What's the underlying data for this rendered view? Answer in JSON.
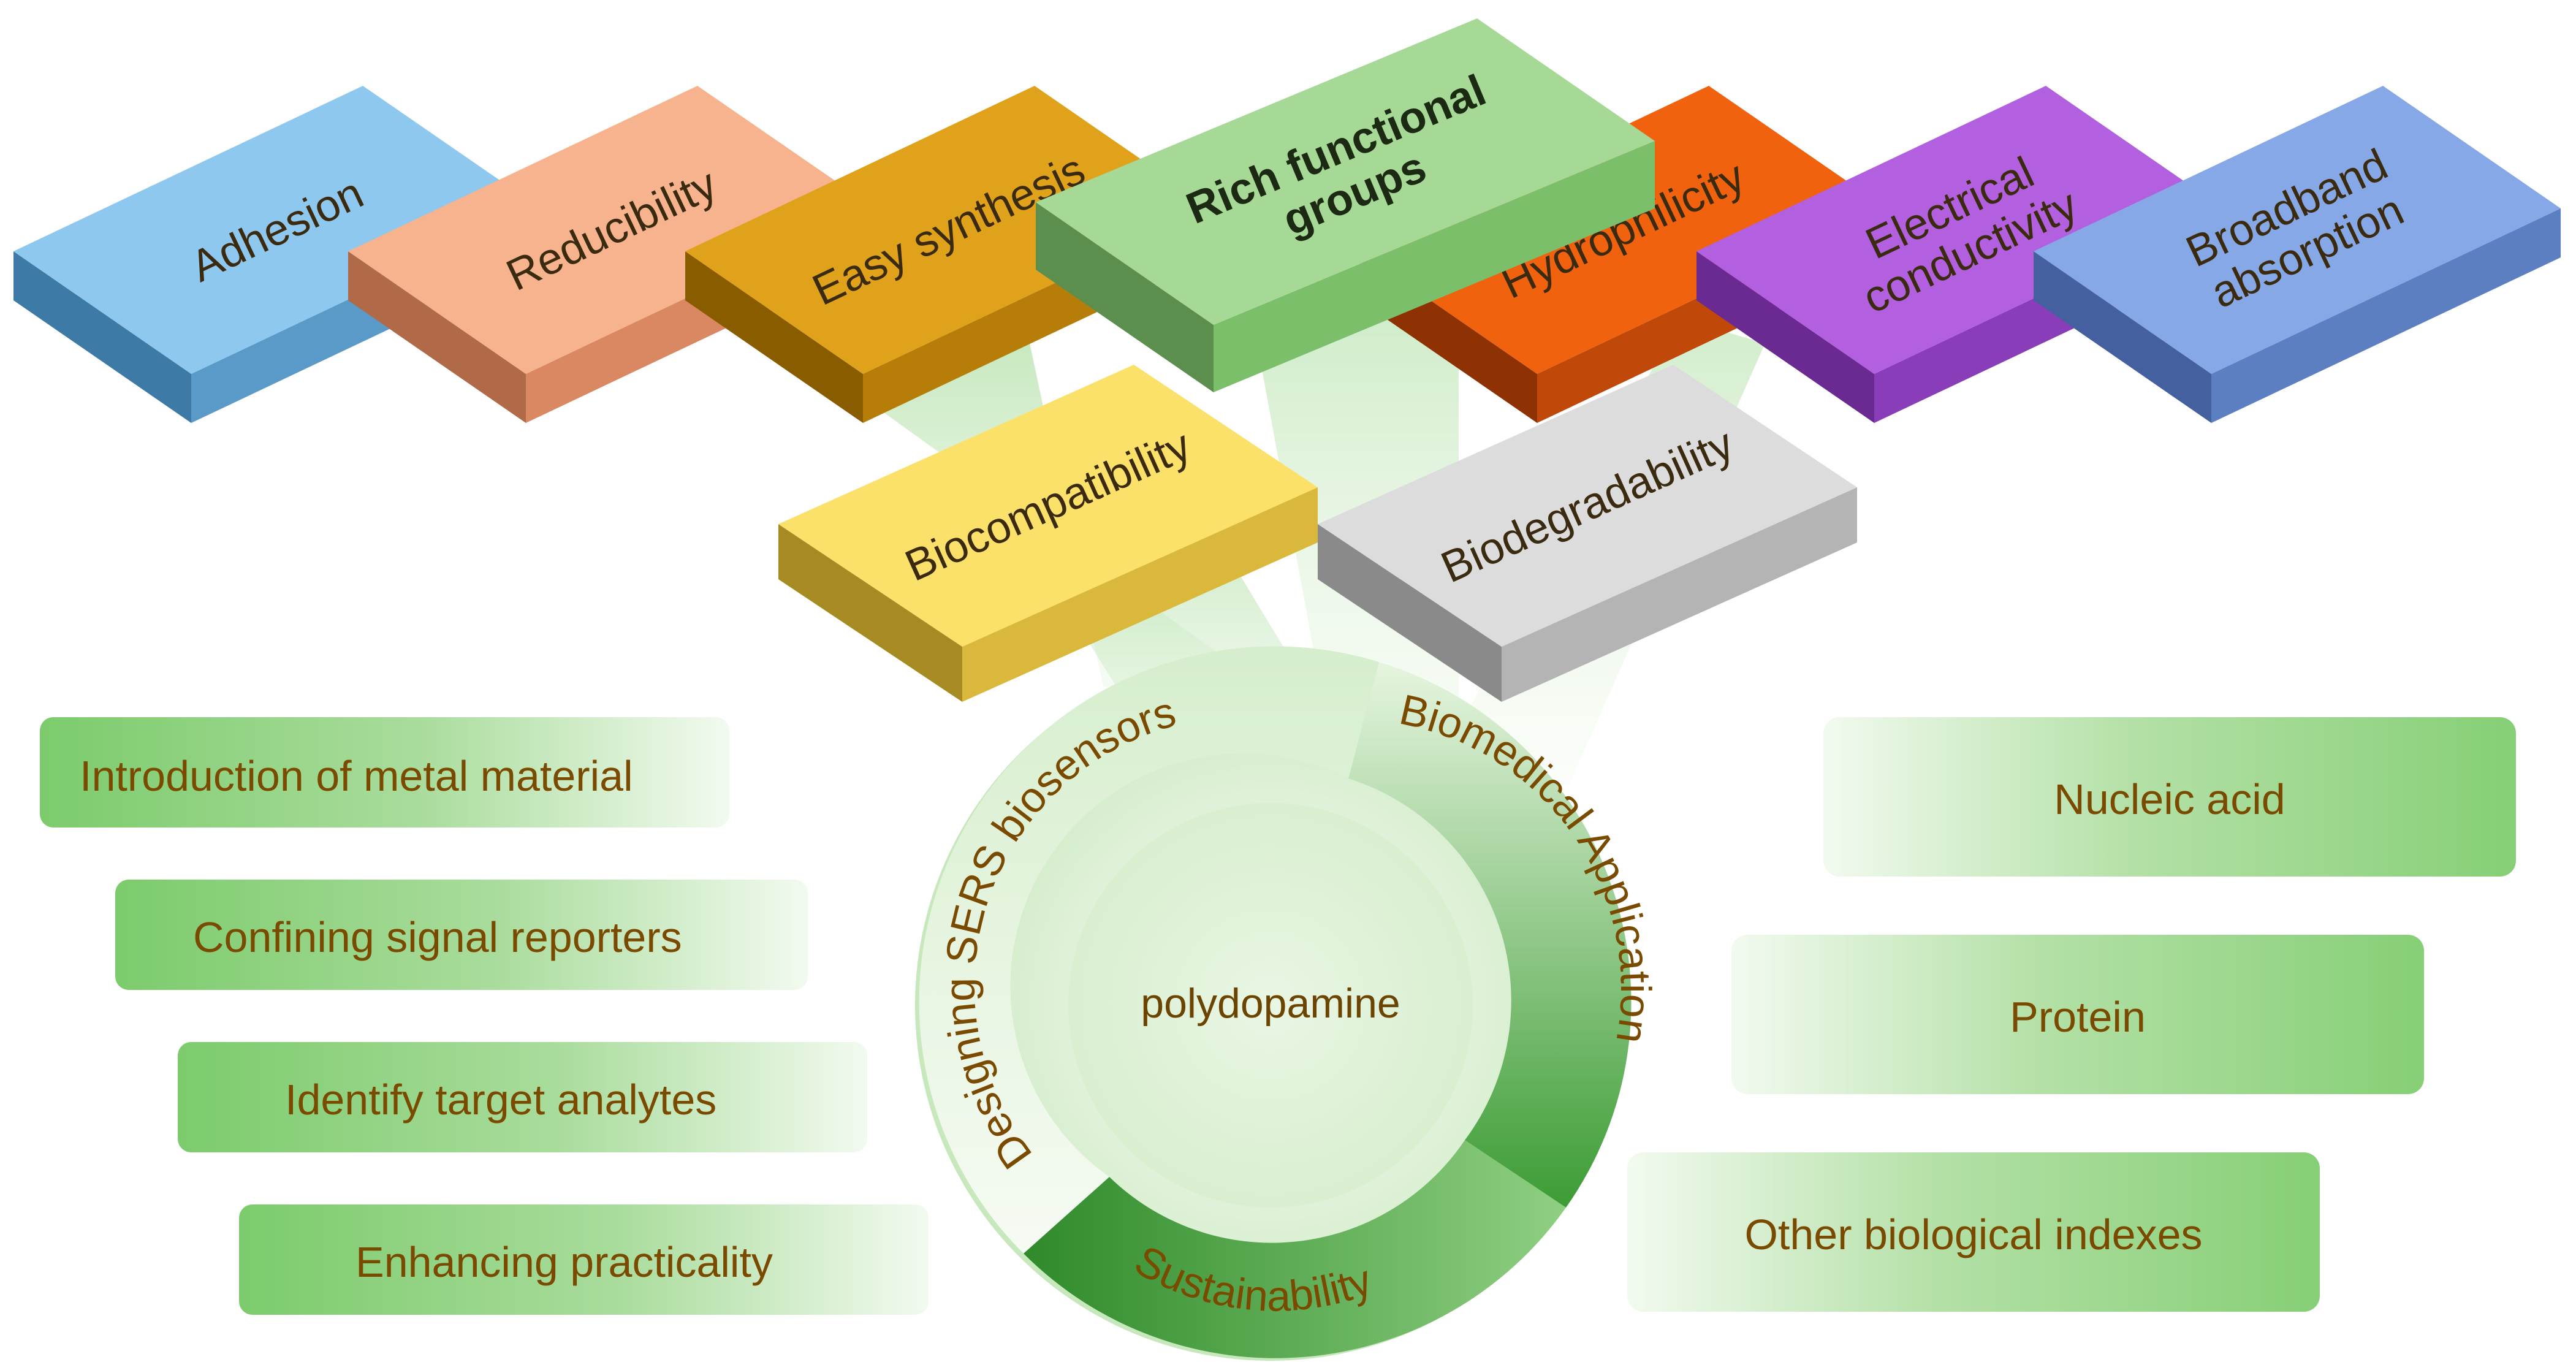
{
  "top_blocks": [
    {
      "lines": [
        "Adhesion"
      ],
      "color_top": "#8ec8ee",
      "color_front": "#5a9ac8",
      "color_side": "#3e7aa6"
    },
    {
      "lines": [
        "Reducibility"
      ],
      "color_top": "#f7b28e",
      "color_front": "#d98862",
      "color_side": "#b06a48"
    },
    {
      "lines": [
        "Easy synthesis"
      ],
      "color_top": "#e0a21a",
      "color_front": "#b67e08",
      "color_side": "#8a5c00"
    },
    {
      "lines": [
        "Rich functional",
        "groups"
      ],
      "color_top": "#a6d996",
      "color_front": "#7bbf6b",
      "color_side": "#5c8e4e",
      "bold": true
    },
    {
      "lines": [
        "Hydrophilicity"
      ],
      "color_top": "#f0620e",
      "color_front": "#c04808",
      "color_side": "#8e3204"
    },
    {
      "lines": [
        "Electrical",
        "conductivity"
      ],
      "color_top": "#b25fe0",
      "color_front": "#8a3db8",
      "color_side": "#6a2a92"
    },
    {
      "lines": [
        "Broadband",
        "absorption"
      ],
      "color_top": "#86a8e6",
      "color_front": "#5c7fc2",
      "color_side": "#44609e"
    }
  ],
  "lower_blocks": [
    {
      "lines": [
        "Biocompatibility"
      ],
      "color_top": "#fbe06a",
      "color_front": "#d9b83c",
      "color_side": "#a88a22"
    },
    {
      "lines": [
        "Biodegradability"
      ],
      "color_top": "#dcdcdc",
      "color_front": "#b4b4b4",
      "color_side": "#8a8a8a"
    }
  ],
  "ring": {
    "center_label": "polydopamine",
    "segments": [
      "Designing SERS biosensors",
      "Biomedical Application",
      "Sustainability"
    ]
  },
  "left_pills": [
    "Introduction of metal material",
    "Confining signal reporters",
    "Identify target analytes",
    "Enhancing practicality"
  ],
  "right_pills": [
    "Nucleic acid",
    "Protein",
    "Other biological indexes"
  ],
  "colors": {
    "pill_green": "#8fd27f",
    "ring_green": "#4aa83e",
    "text_brown": "#7a4a00"
  }
}
